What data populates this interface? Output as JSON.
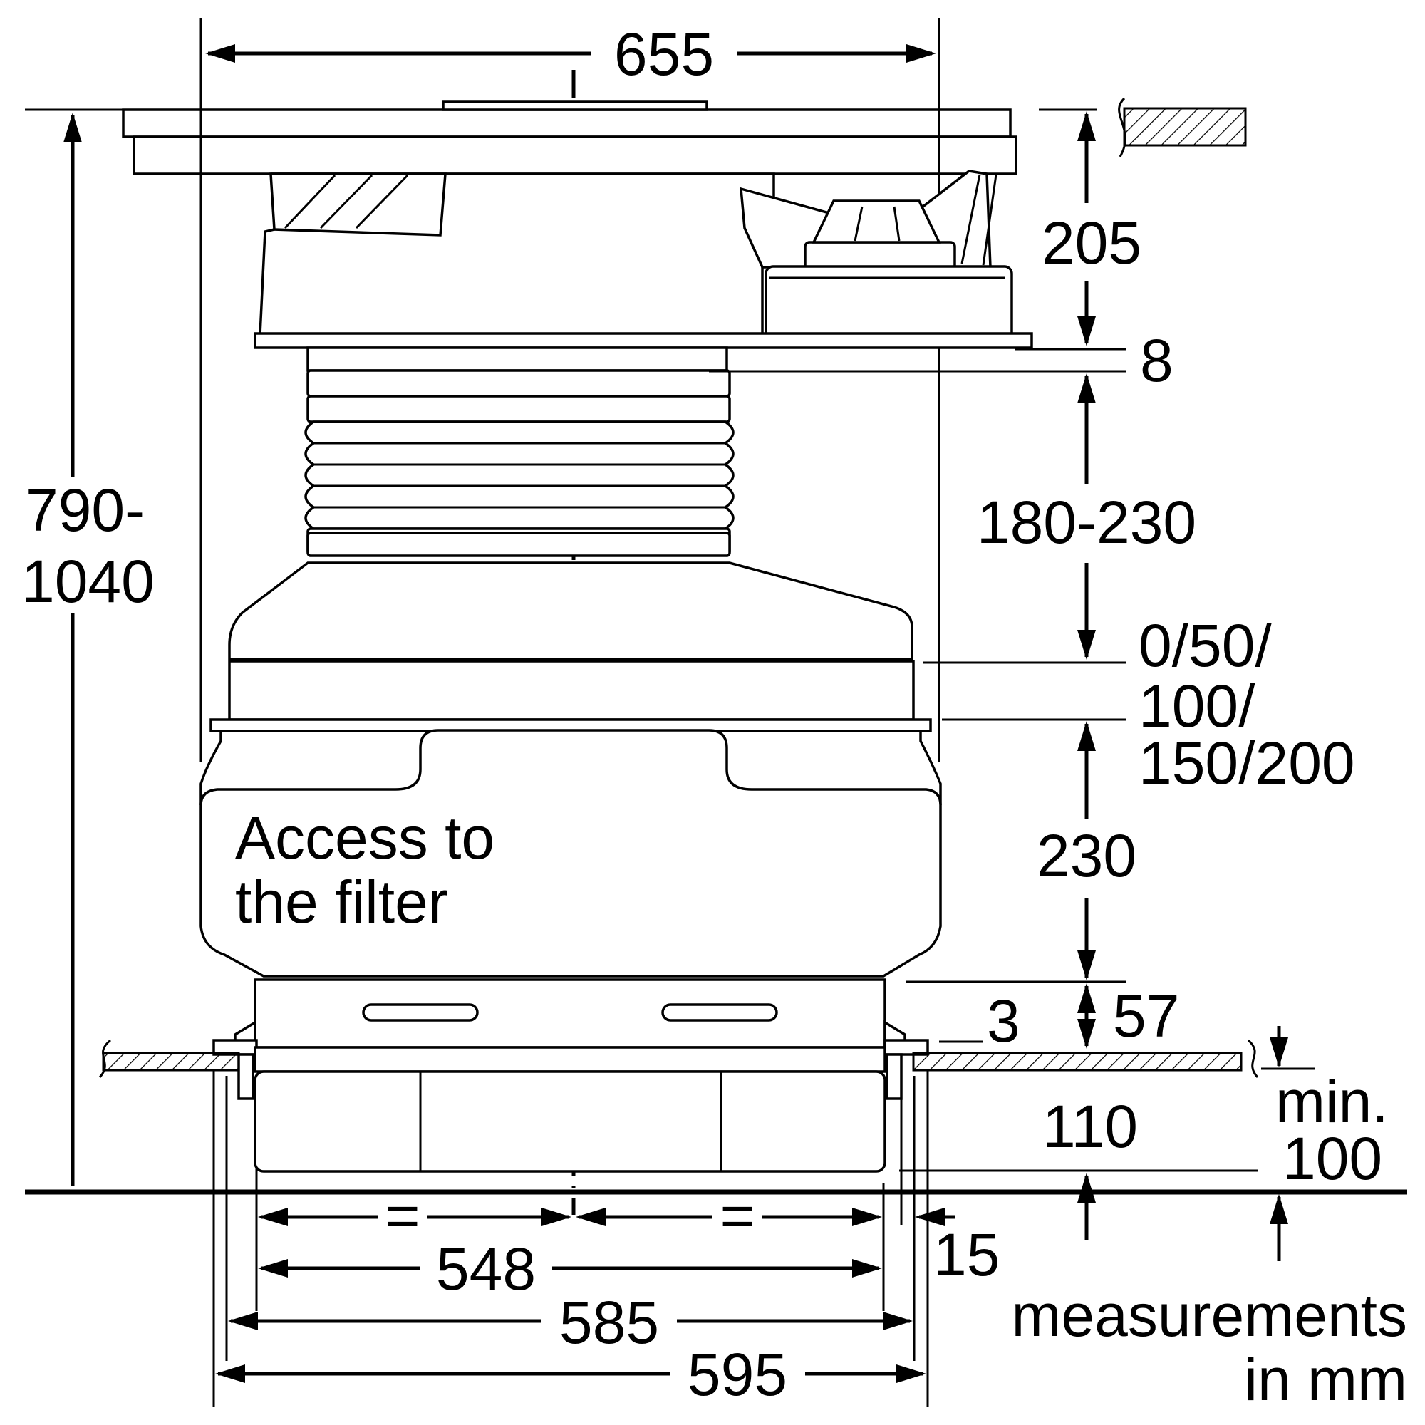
{
  "diagram": {
    "dimensions": {
      "width_top": "655",
      "height_total_line1": "790-",
      "height_total_line2": "1040",
      "hob_depth": "205",
      "gap_8": "8",
      "flex_duct": "180-230",
      "plinth_opts_line1": "0/50/",
      "plinth_opts_line2": "100/",
      "plinth_opts_line3": "150/200",
      "module_230": "230",
      "dim_3": "3",
      "dim_57": "57",
      "dim_110": "110",
      "min_line1": "min.",
      "min_line2": "100",
      "dim_15": "15",
      "equal_left": "=",
      "equal_right": "=",
      "width_548": "548",
      "width_585": "585",
      "width_595": "595"
    },
    "labels": {
      "filter_line1": "Access to",
      "filter_line2": "the filter",
      "units_line1": "measurements",
      "units_line2": "in mm"
    }
  }
}
